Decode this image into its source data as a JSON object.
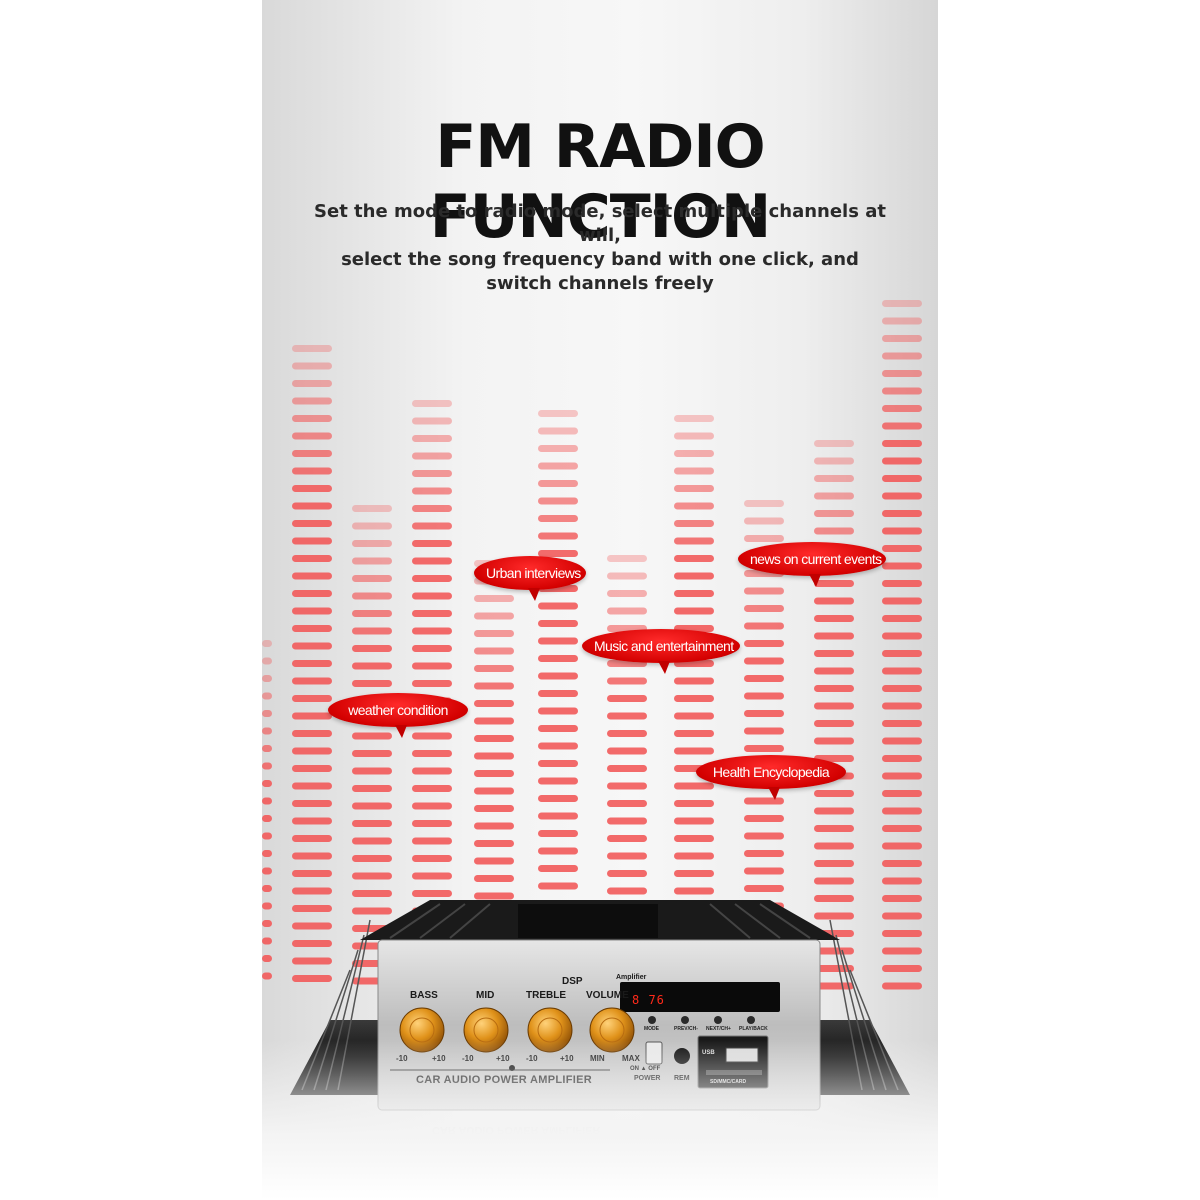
{
  "headline": "FM RADIO FUNCTION",
  "subtext": [
    "Set the mode to radio mode, select multiple channels at will,",
    "select the song frequency band with one click, and",
    "switch channels freely"
  ],
  "bubbles": {
    "urban_interviews": "Urban interviews",
    "news_on_current_events": "news on current events",
    "music_and_entertainment": "Music and entertainment",
    "weather_condition": "weather condition",
    "health_encyclopedia": "Health Encyclopedia"
  },
  "amplifier": {
    "logo_text": "DSP",
    "brand_label": "Amplifier",
    "knobs": {
      "bass": "BASS",
      "mid": "MID",
      "treble": "TREBLE",
      "volume": "VOLUME"
    },
    "scales": {
      "bass": [
        "-10",
        "+10"
      ],
      "mid": [
        "-10",
        "+10"
      ],
      "treble": [
        "-10",
        "+10"
      ],
      "volume": [
        "MIN",
        "MAX"
      ]
    },
    "display_readout": "8 76",
    "buttons": {
      "mode": "MODE",
      "prev": "PREV/CH-",
      "next": "NEXT/CH+",
      "play": "PLAY/BACK"
    },
    "power_switch": "ON ▲ OFF",
    "power_label": "POWER",
    "rem_label": "REM",
    "usb_label": "USB",
    "card_label": "SD/MMC/CARD",
    "footer": "CAR AUDIO POWER AMPLIFIER"
  },
  "colors": {
    "headline": "#111111",
    "bubble_red": "#d30000",
    "eq_bar": "#f25a5a",
    "knob_gold": "#e0921a",
    "panel_silver": "#c9c9c9"
  }
}
